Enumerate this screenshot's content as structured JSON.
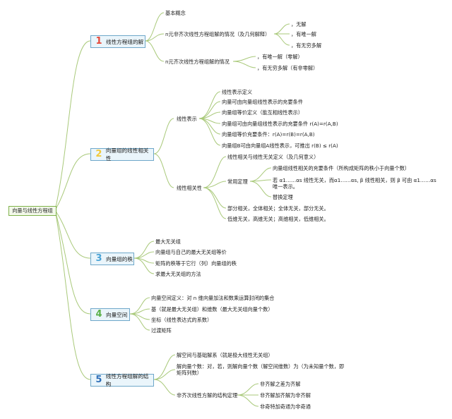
{
  "root": "向量与线性方程组",
  "branches": [
    {
      "num": "1",
      "label": "线性方程组的解",
      "color": "#e64a3a",
      "items": [
        "基本概念",
        "n元非齐次线性方程组解的情况（及几何解释）",
        "n元齐次线性方程组解的情况"
      ],
      "sub1": [
        "，无解",
        "，有唯一解",
        "，有无穷多解"
      ],
      "sub2": [
        "，有唯一解（零解）",
        "，有无穷多解（有非零解）"
      ]
    },
    {
      "num": "2",
      "label": "向量组的线性相关性",
      "color": "#f2c93a",
      "items": [
        "线性表示",
        "线性相关性"
      ],
      "linrep": [
        "线性表示定义",
        "向量可由向量组线性表示的充要条件",
        "向量组等价定义（能互相线性表示）",
        "向量组可由向量组线性表示的充要条件 r(A)=r(A,B)",
        "向量组等价充要条件：r(A)=r(B)=r(A,B)",
        "向量组B可由向量组A线性表示，可推出 r(B) ≤ r(A)"
      ],
      "lindep": [
        "线性相关与线性无关定义（及几何意义）",
        "常用定理",
        "部分相关，全体相关；全体无关，部分无关。",
        "低维无关，高维无关；高维相关，低维相关。"
      ],
      "thm": [
        "向量组线性相关的充要条件（所构成矩阵的秩小于向量个数）",
        "若 α1……αs 线性无关，而α1……αs, β 线性相关，则 β 可由 α1……αs 唯一表示。",
        "替换定理"
      ]
    },
    {
      "num": "3",
      "label": "向量组的秩",
      "color": "#4aa3d6",
      "items": [
        "最大无关组",
        "向量组与自己的最大无关组等价",
        "矩阵的秩等于它行（列）向量组的秩",
        "求最大无关组的方法"
      ]
    },
    {
      "num": "4",
      "label": "向量空间",
      "color": "#5bb04a",
      "items": [
        "向量空间定义：对 n 维向量加法和数乘运算封闭的集合",
        "基（就是最大无关组）和维数（最大无关组向量个数）",
        "坐标（线性表达式的系数）",
        "过渡矩阵"
      ]
    },
    {
      "num": "5",
      "label": "线性方程组解的结构",
      "color": "#2f6fb8",
      "items": [
        "解空间与基础解系（就是极大线性无关组）",
        "解向量个数：对，若，则解向量个数（解空间维数）为（为未知量个数，即矩阵列数）",
        "非齐次线性方解的结构定理"
      ],
      "sub": [
        "非齐解之差为齐解",
        "非齐解加齐解为非齐解",
        "非奇特加奇通为非奇通"
      ]
    }
  ]
}
